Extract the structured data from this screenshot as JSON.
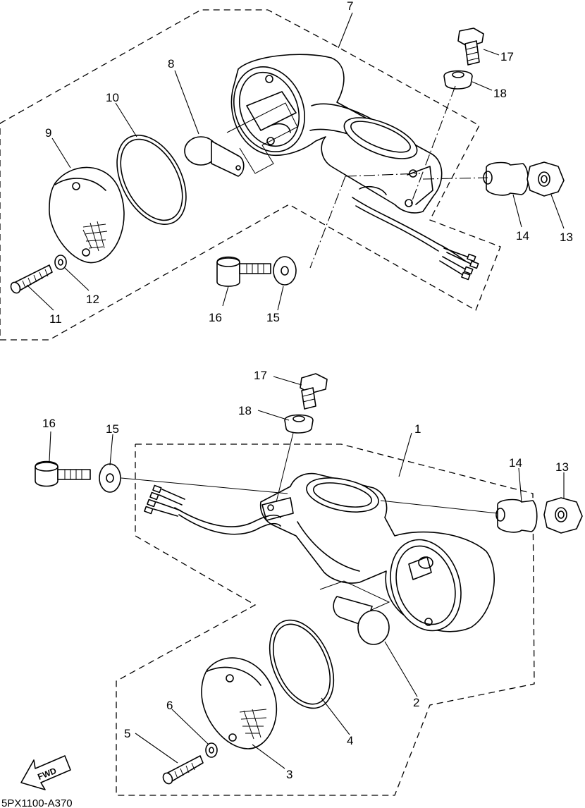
{
  "drawing_code": "5PX1100-A370",
  "fwd_label": "FWD",
  "callouts_top": {
    "n7": "7",
    "n8": "8",
    "n9": "9",
    "n10": "10",
    "n11": "11",
    "n12": "12",
    "n13": "13",
    "n14": "14",
    "n15": "15",
    "n16": "16",
    "n17": "17",
    "n18": "18"
  },
  "callouts_bottom": {
    "n1": "1",
    "n2": "2",
    "n3": "3",
    "n4": "4",
    "n5": "5",
    "n6": "6",
    "n13": "13",
    "n14": "14",
    "n15": "15",
    "n16": "16",
    "n17": "17",
    "n18": "18"
  }
}
